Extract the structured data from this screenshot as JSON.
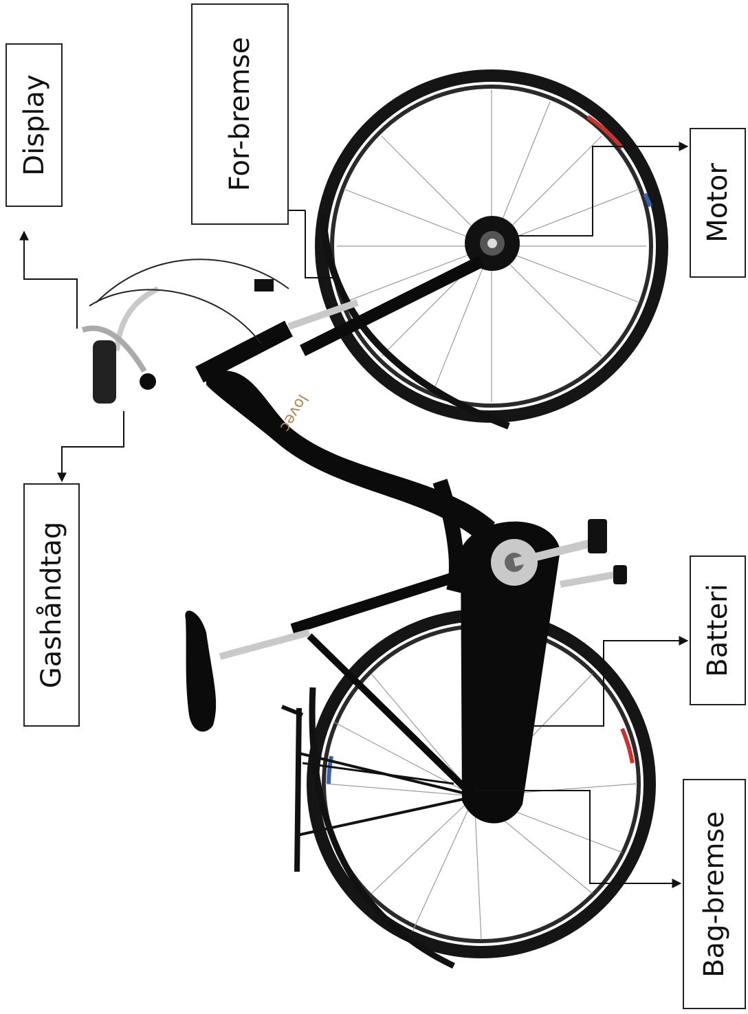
{
  "diagram": {
    "labels": {
      "display": "Display",
      "front_brake": "For-bremse",
      "motor": "Motor",
      "throttle": "Gashåndtag",
      "battery": "Batteri",
      "rear_brake": "Bag-bremse"
    },
    "brand": "lovec",
    "colors": {
      "frame": "#0b0b0b",
      "tire": "#151515",
      "rim": "#2a2a2a",
      "spokes": "#9a9a9a",
      "chrome": "#c9c9c9",
      "accent_red": "#c8332d",
      "accent_blue": "#3b62a8",
      "leader_line": "#111111"
    }
  }
}
